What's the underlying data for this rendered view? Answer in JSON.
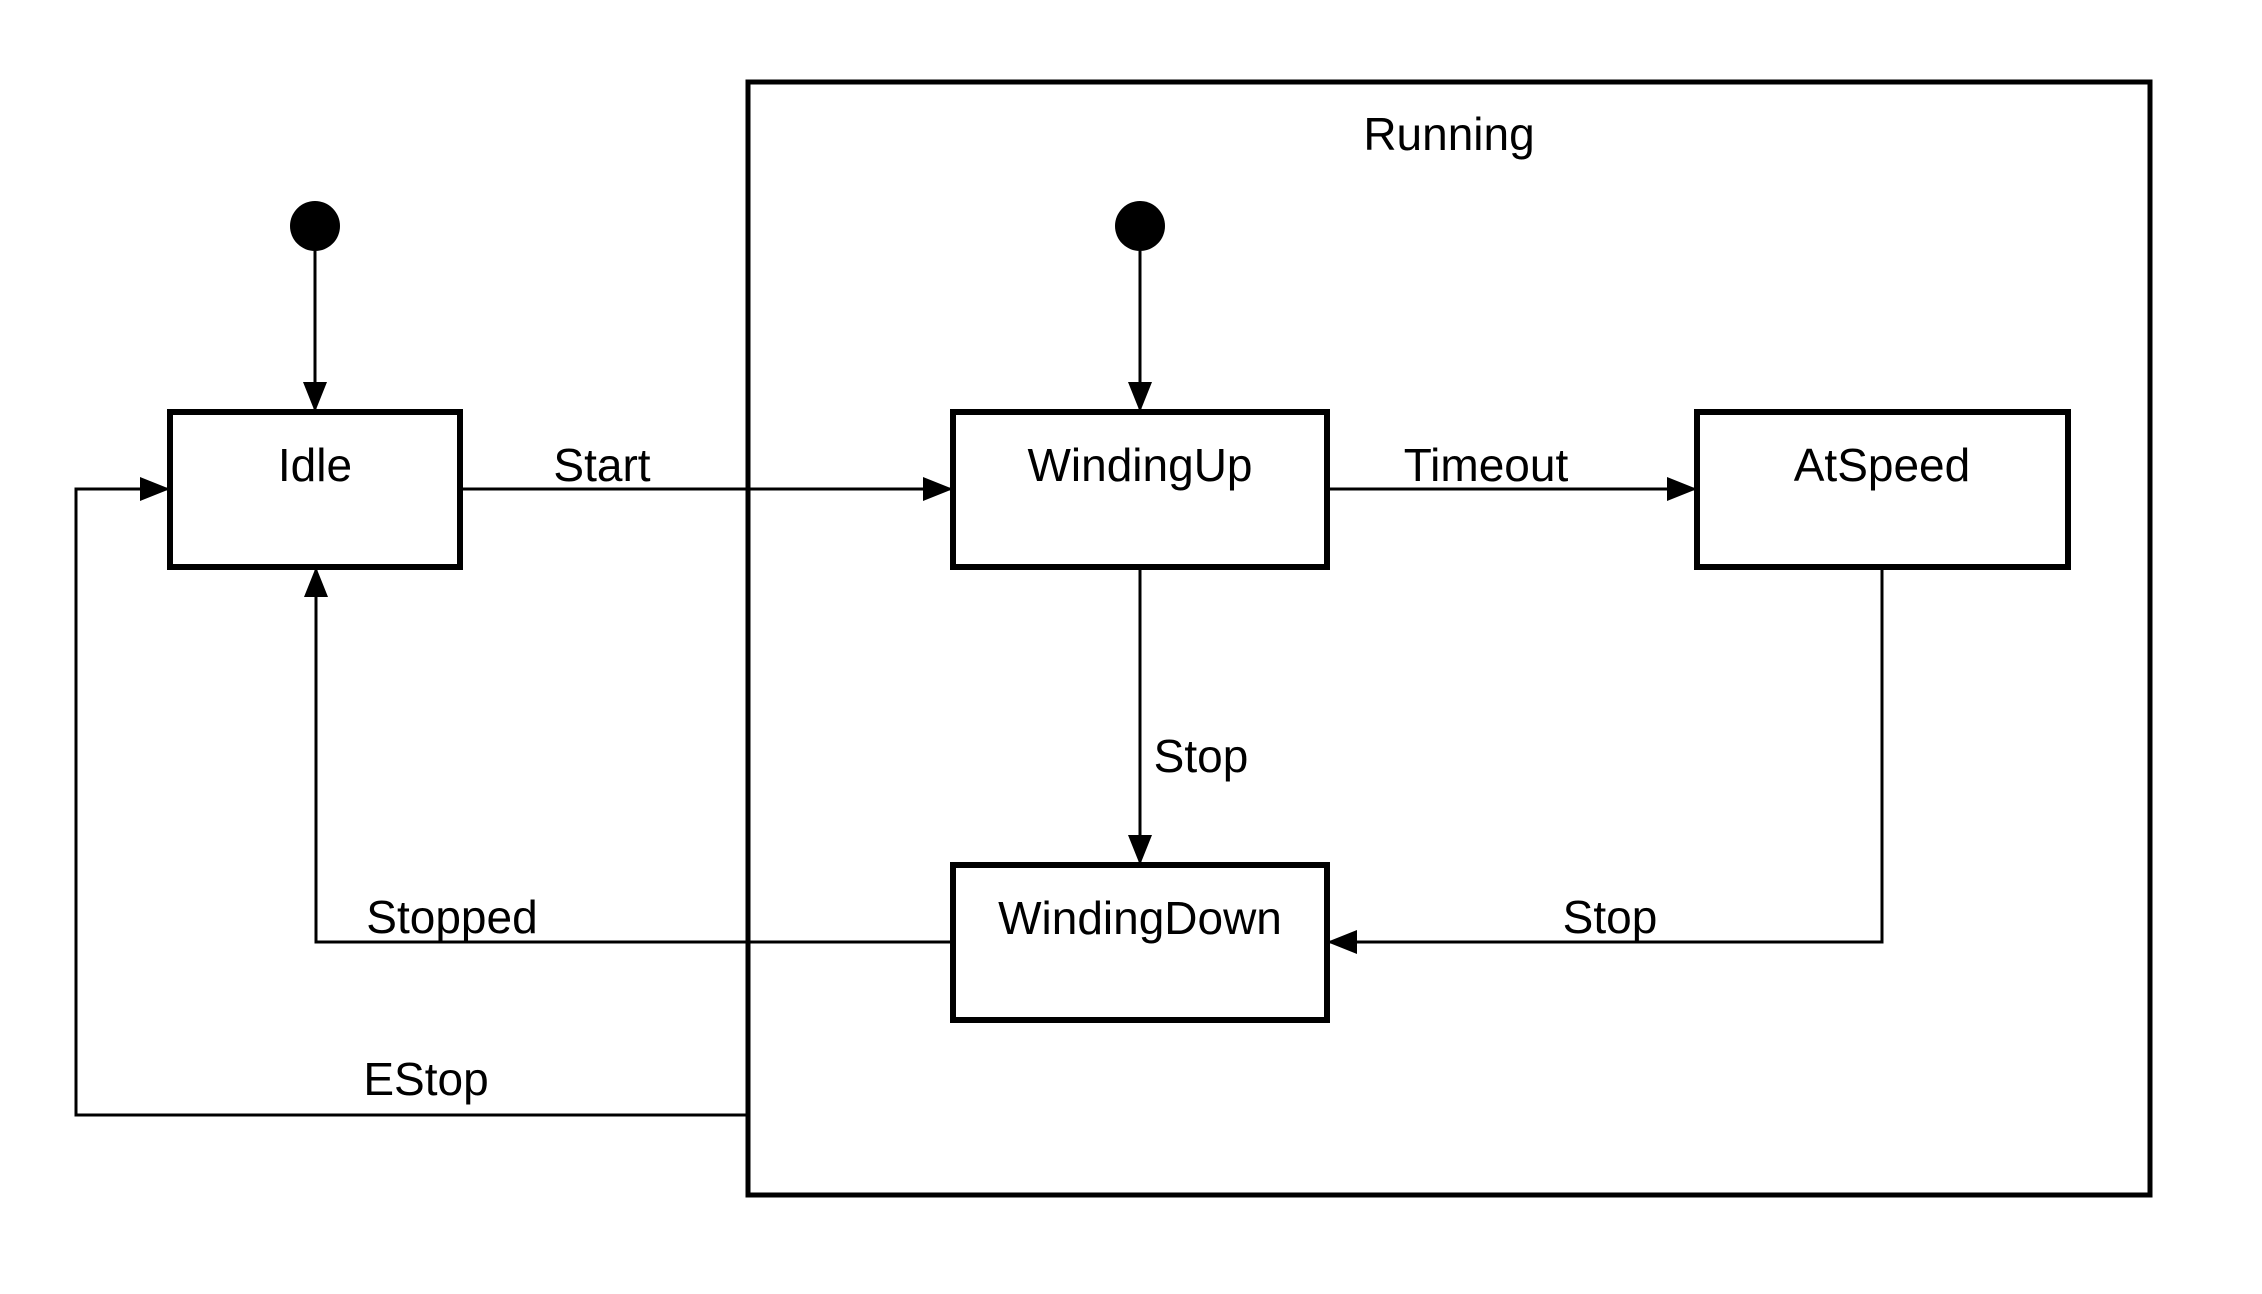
{
  "diagram": {
    "type": "uml-state-machine",
    "colors": {
      "background": "#ffffff",
      "stroke": "#000000",
      "text": "#000000"
    },
    "composite": {
      "label": "Running",
      "children": [
        "WindingUp",
        "AtSpeed",
        "WindingDown"
      ]
    },
    "states": [
      {
        "name": "Idle",
        "container": "top-level"
      },
      {
        "name": "WindingUp",
        "container": "Running"
      },
      {
        "name": "AtSpeed",
        "container": "Running"
      },
      {
        "name": "WindingDown",
        "container": "Running"
      }
    ],
    "initial_markers": [
      {
        "to": "Idle"
      },
      {
        "to": "WindingUp"
      }
    ],
    "transitions": [
      {
        "from": "Idle",
        "to": "WindingUp",
        "label": "Start"
      },
      {
        "from": "WindingUp",
        "to": "AtSpeed",
        "label": "Timeout"
      },
      {
        "from": "WindingUp",
        "to": "WindingDown",
        "label": "Stop"
      },
      {
        "from": "AtSpeed",
        "to": "WindingDown",
        "label": "Stop"
      },
      {
        "from": "WindingDown",
        "to": "Idle",
        "label": "Stopped"
      },
      {
        "from": "Running",
        "to": "Idle",
        "label": "EStop"
      }
    ]
  }
}
